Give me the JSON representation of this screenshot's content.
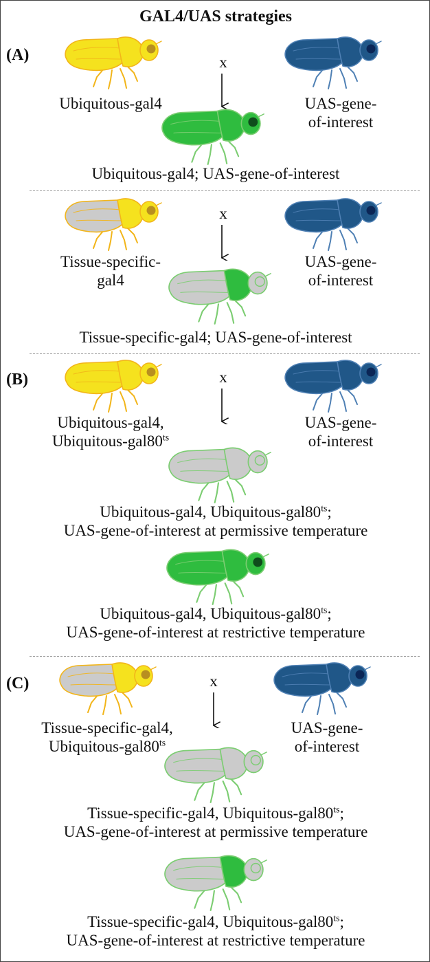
{
  "title": "GAL4/UAS strategies",
  "superscript": "ts",
  "cross_symbol": "x",
  "colors": {
    "gal4_fly": "#f5e21e",
    "gal4_outline": "#f2b51a",
    "uas_fly": "#205788",
    "uas_outline": "#4f80b4",
    "expression": "#2fbc3f",
    "expression_outline": "#7ccd72",
    "no_expression": "#cbcbcb",
    "eye_gal4": "#b88f20",
    "eye_uas": "#0b2656",
    "eye_expression": "#0f4c1c"
  },
  "panels": {
    "A1": {
      "label": "(A)",
      "parent_left": [
        "Ubiquitous-gal4"
      ],
      "parent_right": [
        "UAS-gene-",
        "of-interest"
      ],
      "offspring": [
        "Ubiquitous-gal4; UAS-gene-of-interest"
      ]
    },
    "A2": {
      "parent_left": [
        "Tissue-specific-",
        "gal4"
      ],
      "parent_right": [
        "UAS-gene-",
        "of-interest"
      ],
      "offspring": [
        "Tissue-specific-gal4; UAS-gene-of-interest"
      ]
    },
    "B": {
      "label": "(B)",
      "parent_left_line1": "Ubiquitous-gal4,",
      "parent_left_line2": "Ubiquitous-gal80",
      "parent_right": [
        "UAS-gene-",
        "of-interest"
      ],
      "offspring1_line1": "Ubiquitous-gal4, Ubiquitous-gal80",
      "offspring1_line2": "UAS-gene-of-interest at permissive temperature",
      "offspring2_line1": "Ubiquitous-gal4, Ubiquitous-gal80",
      "offspring2_line2": "UAS-gene-of-interest at restrictive temperature"
    },
    "C": {
      "label": "(C)",
      "parent_left_line1": "Tissue-specific-gal4,",
      "parent_left_line2": "Ubiquitous-gal80",
      "parent_right": [
        "UAS-gene-",
        "of-interest"
      ],
      "offspring1_line1": "Tissue-specific-gal4, Ubiquitous-gal80",
      "offspring1_line2": "UAS-gene-of-interest at permissive temperature",
      "offspring2_line1": "Tissue-specific-gal4, Ubiquitous-gal80",
      "offspring2_line2": "UAS-gene-of-interest at restrictive temperature"
    }
  }
}
